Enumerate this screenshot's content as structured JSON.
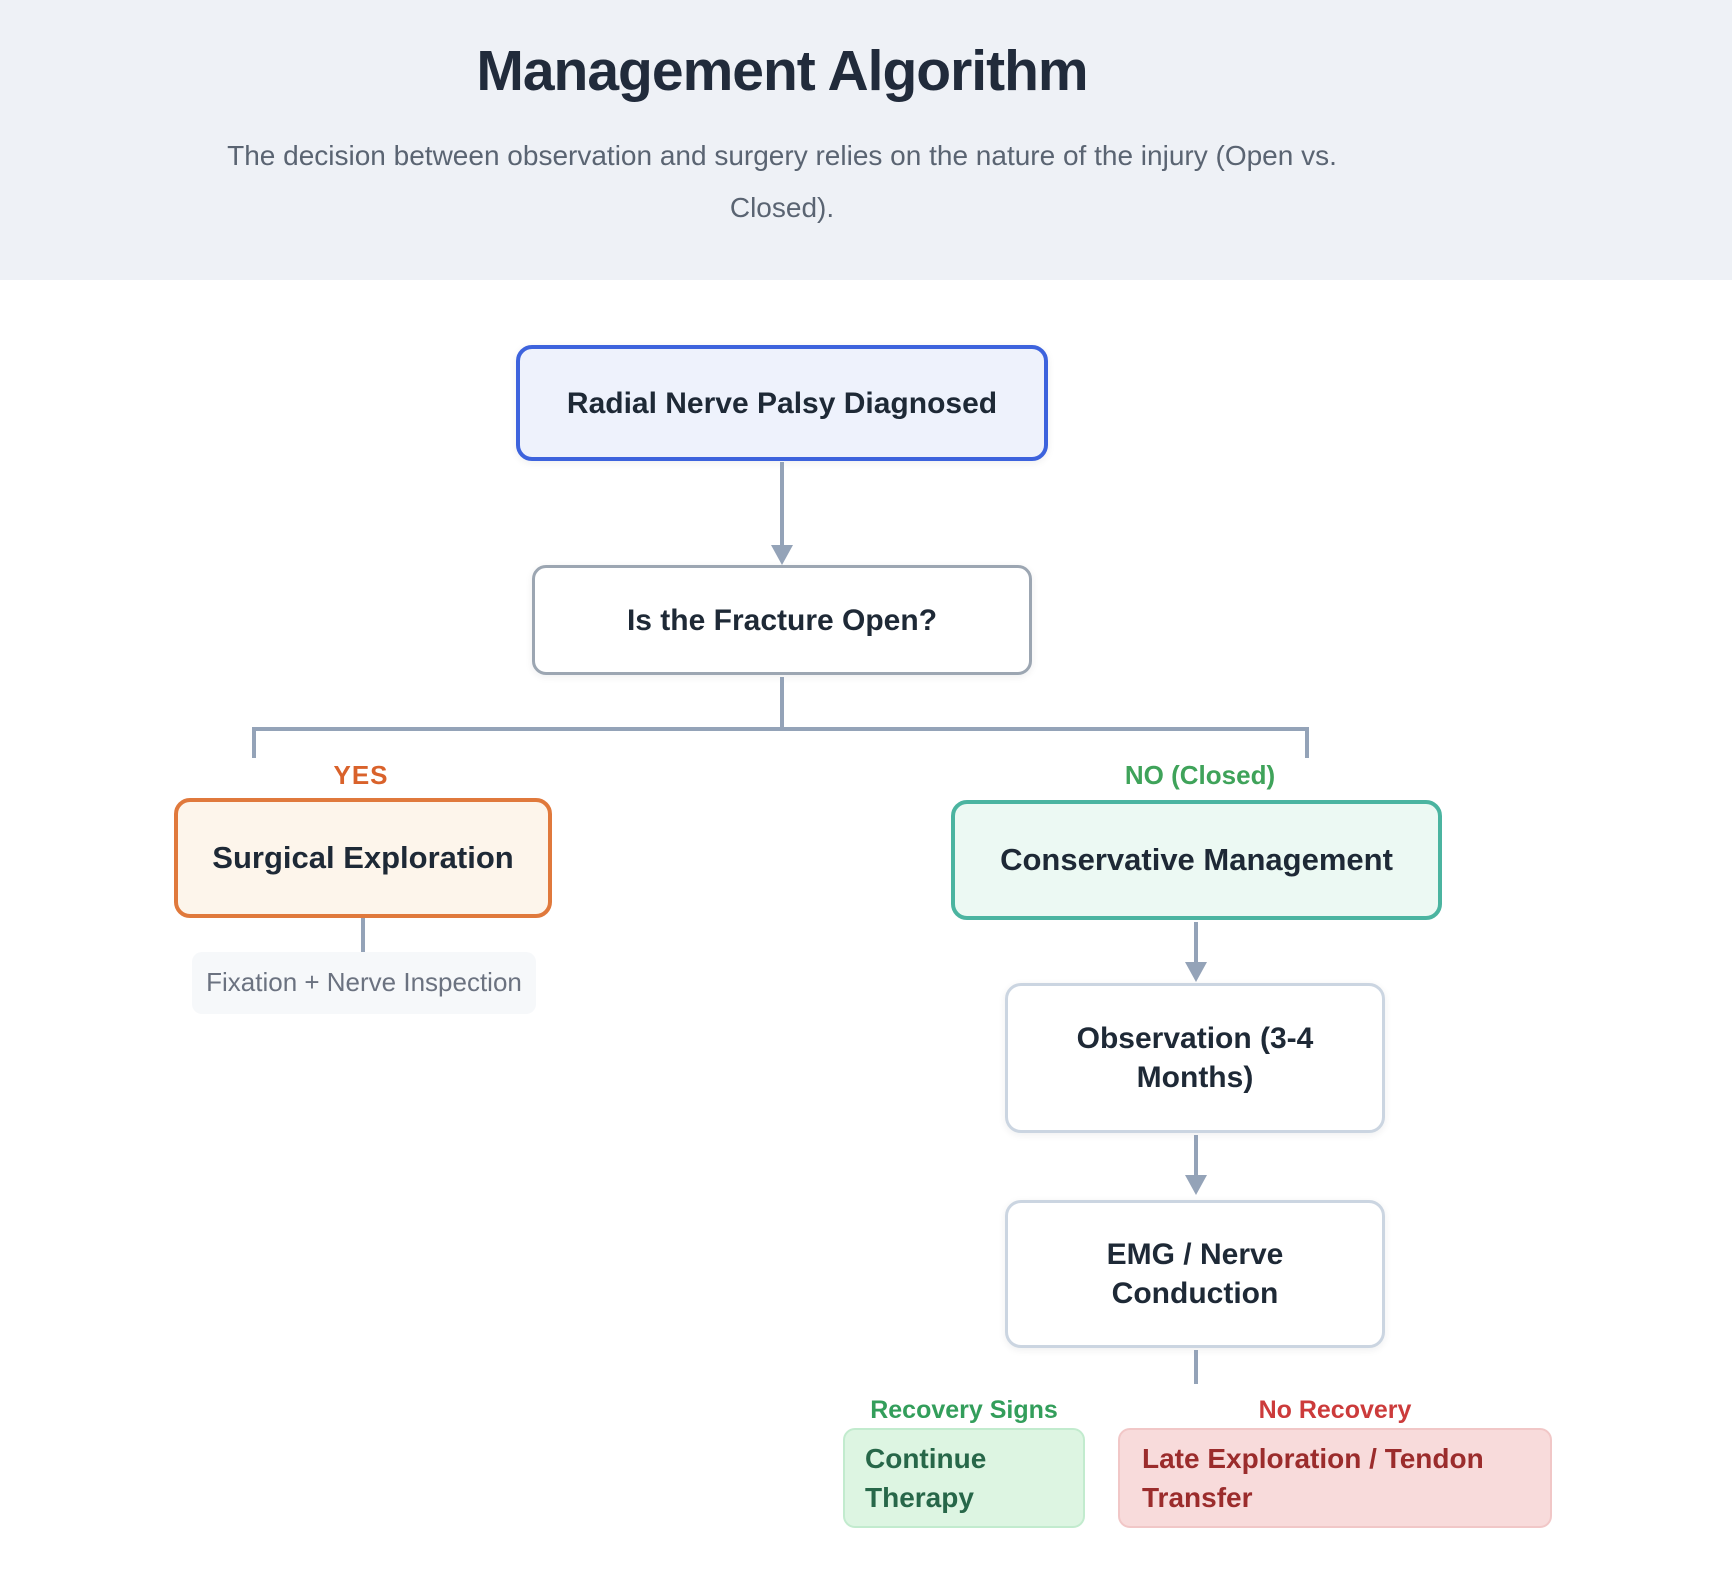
{
  "header": {
    "title": "Management Algorithm",
    "subtitle": "The decision between observation and surgery relies on the nature of the injury (Open vs. Closed)."
  },
  "flowchart": {
    "diagnosed": "Radial Nerve Palsy Diagnosed",
    "fracture_question": "Is the Fracture Open?",
    "branch_yes": {
      "label": "YES",
      "node": "Surgical Exploration",
      "note": "Fixation + Nerve Inspection"
    },
    "branch_no": {
      "label": "NO (Closed)",
      "node": "Conservative Management",
      "observation": "Observation (3-4 Months)",
      "emg": "EMG / Nerve Conduction",
      "outcome_positive": {
        "label": "Recovery Signs",
        "node": "Continue Therapy"
      },
      "outcome_negative": {
        "label": "No Recovery",
        "node": "Late Exploration / Tendon Transfer"
      }
    }
  },
  "colors": {
    "header_bg": "#EEF1F6",
    "title": "#212B3B",
    "subtitle": "#5A6472",
    "node_text": "#1E2936",
    "line": "#94A3B8",
    "blue_border": "#3D63DD",
    "blue_bg": "#EEF2FC",
    "gray_border": "#9CA6B2",
    "light_gray_border": "#CBD5E1",
    "orange_label": "#D9622B",
    "orange_border": "#E0793C",
    "orange_bg": "#FDF5EB",
    "green_label": "#3FA35A",
    "teal_border": "#4BB4A0",
    "teal_bg": "#ECF9F3",
    "recovery_label": "#339E5B",
    "green_box_bg": "#DDF5E2",
    "green_box_border": "#C2EBCE",
    "green_box_text": "#276749",
    "red_label": "#CC3B3B",
    "red_box_bg": "#F8DBDB",
    "red_box_border": "#F1C7C7",
    "red_box_text": "#9B2C2C",
    "muted_bg": "#F6F8FA",
    "muted_text": "#6B7280"
  }
}
